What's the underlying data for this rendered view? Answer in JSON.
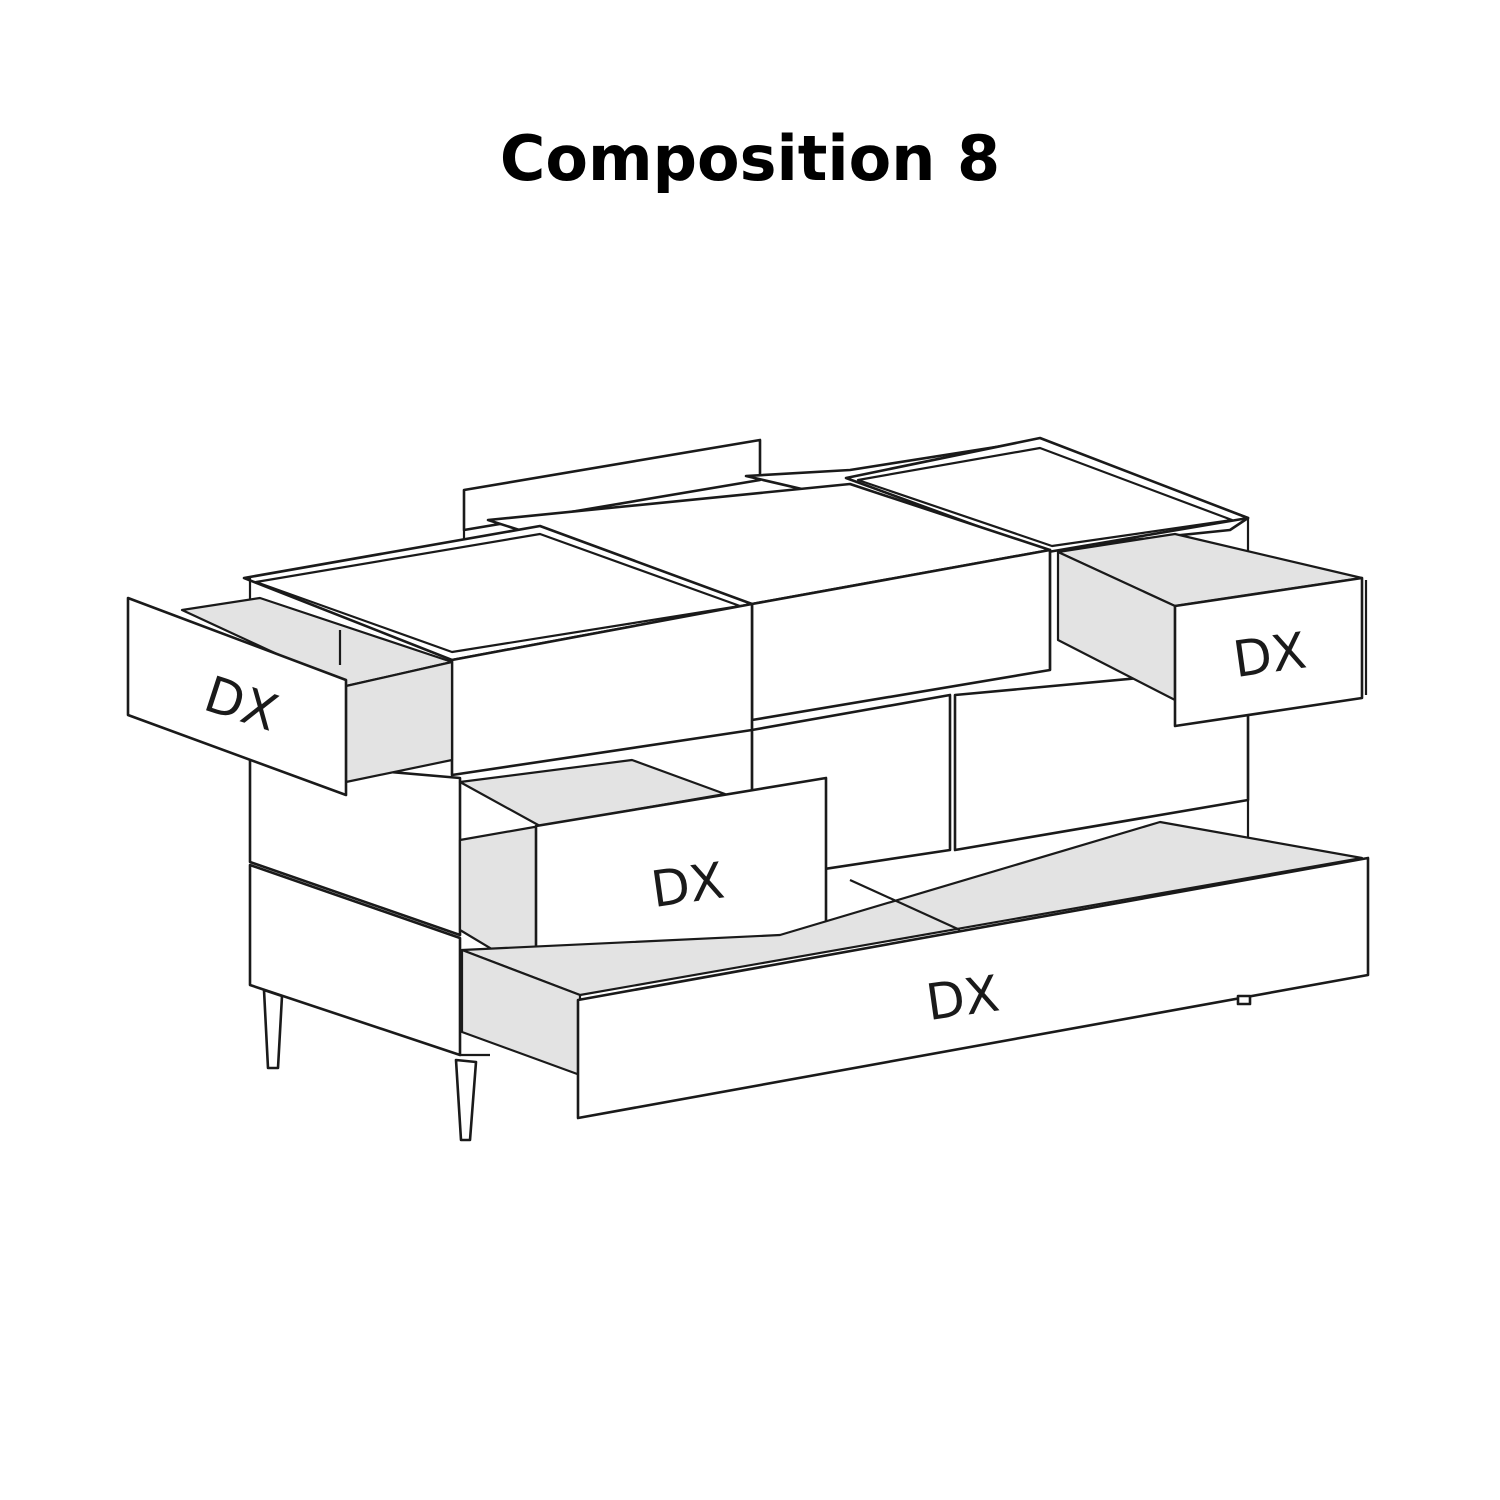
{
  "title": "Composition 8",
  "drawer_labels": {
    "top_left": "DX",
    "top_right": "DX",
    "middle_left": "DX",
    "bottom_wide": "DX"
  }
}
